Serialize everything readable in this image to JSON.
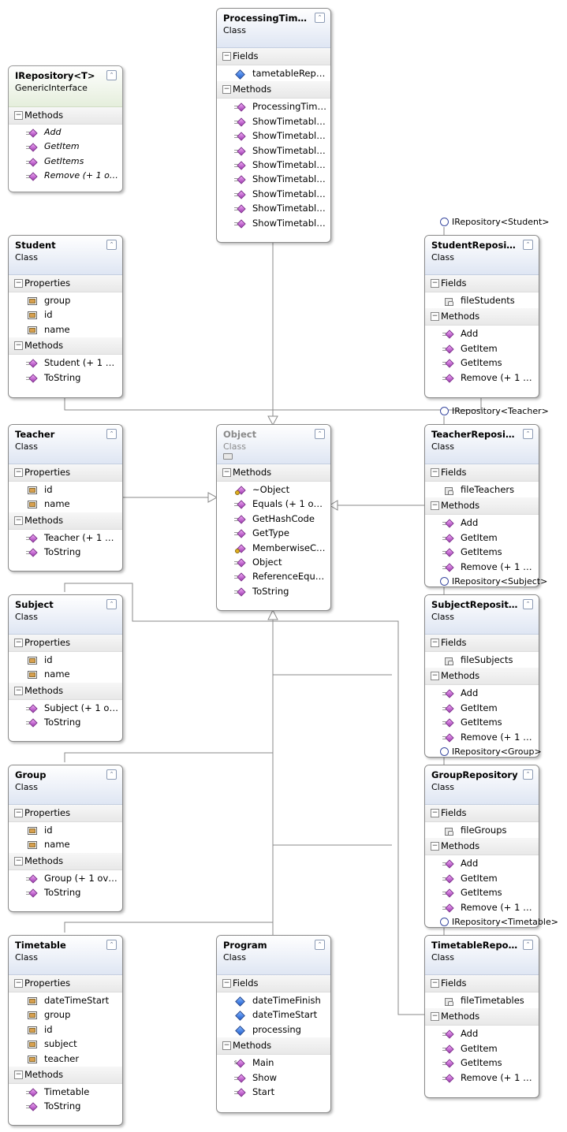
{
  "classes": {
    "irepository": {
      "title": "IRepository<T>",
      "stereo": "GenericInterface",
      "methods_label": "Methods",
      "methods": [
        "Add",
        "GetItem",
        "GetItems",
        "Remove (+ 1 overl..."
      ]
    },
    "processing": {
      "title": "ProcessingTime...",
      "stereo": "Class",
      "fields_label": "Fields",
      "fields": [
        "tametableRepo..."
      ],
      "methods_label": "Methods",
      "methods": [
        "ProcessingTime...",
        "ShowTimetable...",
        "ShowTimetable...",
        "ShowTimetable...",
        "ShowTimetable...",
        "ShowTimetable...",
        "ShowTimetable...",
        "ShowTimetable...",
        "ShowTimetable..."
      ]
    },
    "student": {
      "title": "Student",
      "stereo": "Class",
      "properties_label": "Properties",
      "properties": [
        "group",
        "id",
        "name"
      ],
      "methods_label": "Methods",
      "methods": [
        "Student (+ 1 ov...",
        "ToString"
      ]
    },
    "studentRepo": {
      "title": "StudentReposit...",
      "stereo": "Class",
      "fields_label": "Fields",
      "fields": [
        "fileStudents"
      ],
      "methods_label": "Methods",
      "methods": [
        "Add",
        "GetItem",
        "GetItems",
        "Remove (+ 1 o..."
      ]
    },
    "teacher": {
      "title": "Teacher",
      "stereo": "Class",
      "properties_label": "Properties",
      "properties": [
        "id",
        "name"
      ],
      "methods_label": "Methods",
      "methods": [
        "Teacher (+ 1 ov...",
        "ToString"
      ]
    },
    "object": {
      "title": "Object",
      "stereo": "Class",
      "methods_label": "Methods",
      "methods": [
        "~Object",
        "Equals (+ 1 ove...",
        "GetHashCode",
        "GetType",
        "MemberwiseCl...",
        "Object",
        "ReferenceEquals",
        "ToString"
      ]
    },
    "teacherRepo": {
      "title": "TeacherReposit...",
      "stereo": "Class",
      "fields_label": "Fields",
      "fields": [
        "fileTeachers"
      ],
      "methods_label": "Methods",
      "methods": [
        "Add",
        "GetItem",
        "GetItems",
        "Remove (+ 1 o..."
      ]
    },
    "subject": {
      "title": "Subject",
      "stereo": "Class",
      "properties_label": "Properties",
      "properties": [
        "id",
        "name"
      ],
      "methods_label": "Methods",
      "methods": [
        "Subject (+ 1 ov...",
        "ToString"
      ]
    },
    "subjectRepo": {
      "title": "SubjectRepository",
      "stereo": "Class",
      "fields_label": "Fields",
      "fields": [
        "fileSubjects"
      ],
      "methods_label": "Methods",
      "methods": [
        "Add",
        "GetItem",
        "GetItems",
        "Remove (+ 1 o..."
      ]
    },
    "group": {
      "title": "Group",
      "stereo": "Class",
      "properties_label": "Properties",
      "properties": [
        "id",
        "name"
      ],
      "methods_label": "Methods",
      "methods": [
        "Group (+ 1 ove...",
        "ToString"
      ]
    },
    "groupRepo": {
      "title": "GroupRepository",
      "stereo": "Class",
      "fields_label": "Fields",
      "fields": [
        "fileGroups"
      ],
      "methods_label": "Methods",
      "methods": [
        "Add",
        "GetItem",
        "GetItems",
        "Remove (+ 1 o..."
      ]
    },
    "timetable": {
      "title": "Timetable",
      "stereo": "Class",
      "properties_label": "Properties",
      "properties": [
        "dateTimeStart",
        "group",
        "id",
        "subject",
        "teacher"
      ],
      "methods_label": "Methods",
      "methods": [
        "Timetable",
        "ToString"
      ]
    },
    "program": {
      "title": "Program",
      "stereo": "Class",
      "fields_label": "Fields",
      "fields": [
        "dateTimeFinish",
        "dateTimeStart",
        "processing"
      ],
      "methods_label": "Methods",
      "methods": [
        "Main",
        "Show",
        "Start"
      ]
    },
    "timetableRepo": {
      "title": "TimetableRepos...",
      "stereo": "Class",
      "fields_label": "Fields",
      "fields": [
        "fileTimetables"
      ],
      "methods_label": "Methods",
      "methods": [
        "Add",
        "GetItem",
        "GetItems",
        "Remove (+ 1 o..."
      ]
    }
  },
  "interfaces": {
    "student": "IRepository<Student>",
    "teacher": "IRepository<Teacher>",
    "subject": "IRepository<Subject>",
    "group": "IRepository<Group>",
    "timetable": "IRepository<Timetable>"
  }
}
